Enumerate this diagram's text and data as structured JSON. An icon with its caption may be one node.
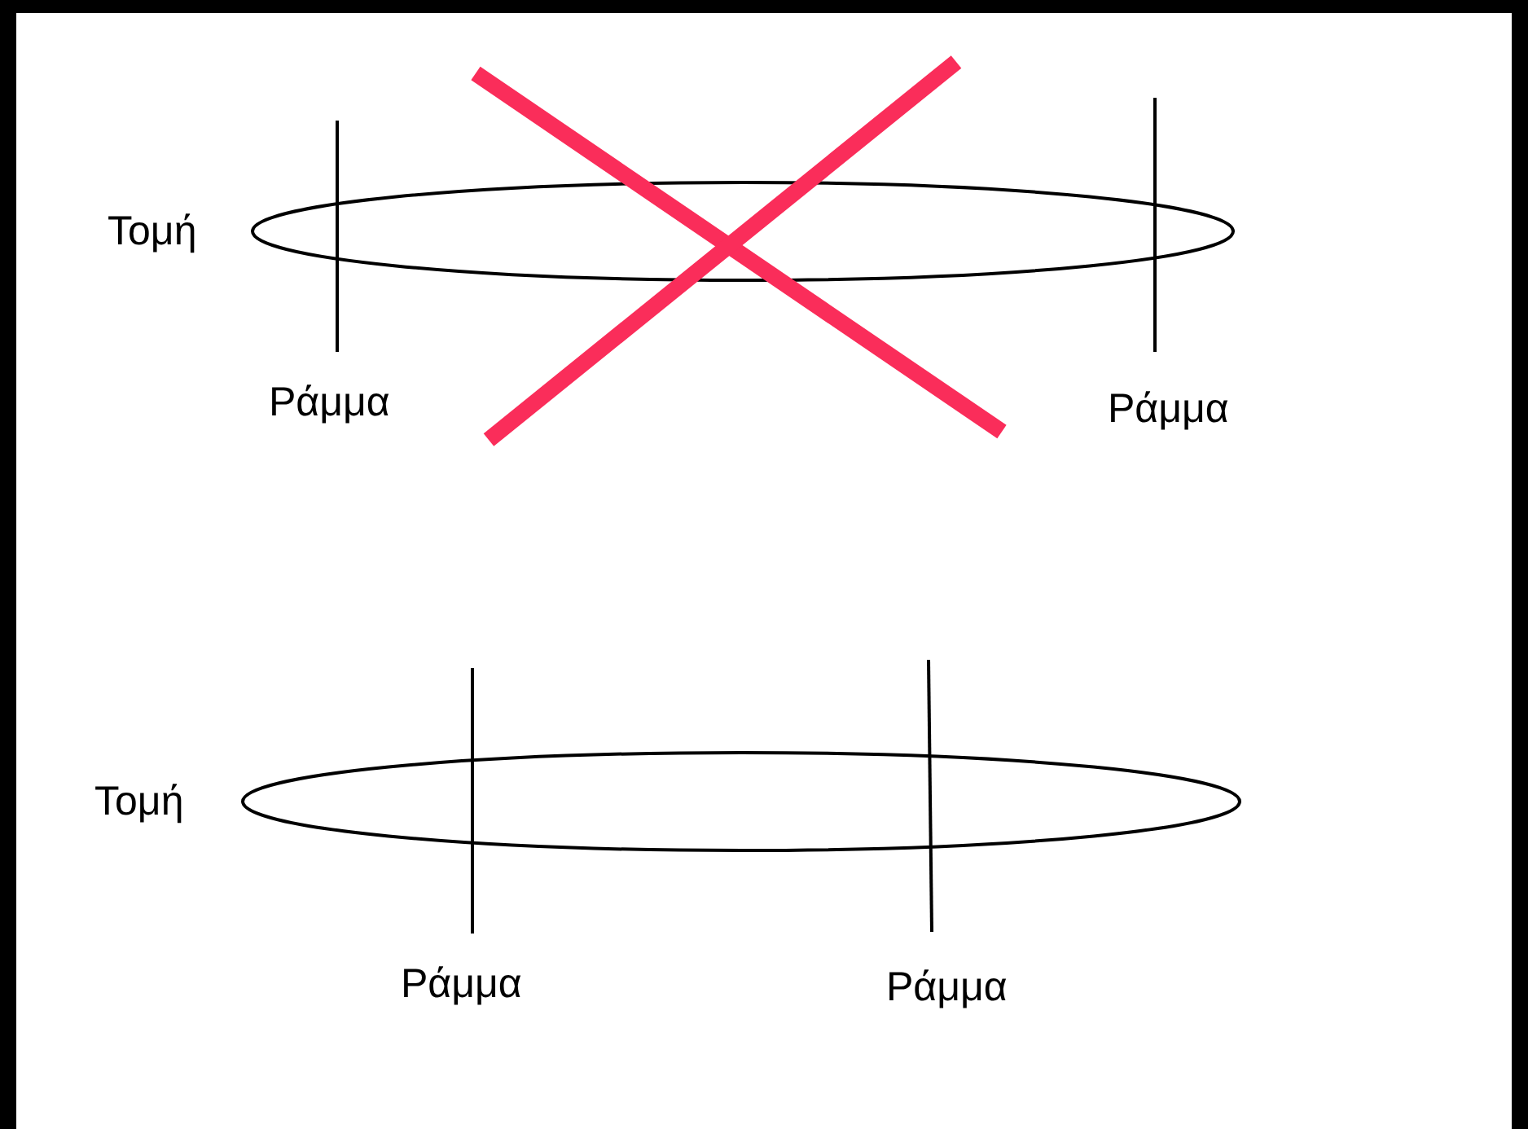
{
  "diagram": {
    "labels": [
      "Τομή",
      "Ράμμα",
      "Ράμμα",
      "Τομή",
      "Ράμμα",
      "Ράμμα"
    ]
  }
}
